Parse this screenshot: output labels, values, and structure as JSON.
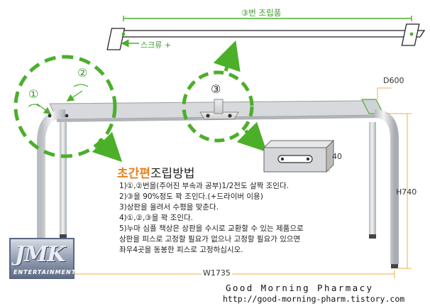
{
  "top_assembly": {
    "label": "③번 조립품",
    "screw_label": "스크류 +"
  },
  "callouts": {
    "one": "①",
    "two": "②",
    "three": "③"
  },
  "dimensions": {
    "depth": "D600",
    "height": "H740",
    "width": "W1735",
    "edge": "40"
  },
  "instructions": {
    "title_accent": "초간편",
    "title_rest": "조립방법",
    "steps": [
      "1)①,②번을(주어진 부속과 공부)1/2전도 살짝 조인다.",
      "2)③을 90%정도 꽉 조인다.(+드라이버 이용)",
      "3)상판을 올려서 수평을 맞춘다.",
      "4)①,②,③을 꽉 조인다.",
      "5)누마 심플 책상은 상판을 수시로 교환할 수 있는 제품으로",
      "상판을 피스로 고정할 필요가 없으나 고정할 필요가 있으면",
      "좌우4곳을 동봉한 피스로 고정하십시오."
    ]
  },
  "logo": {
    "main": "JMK",
    "sub": "ENTERTAINMENT"
  },
  "footer": {
    "title": "Good Morning Pharmacy",
    "url": "http://good-morning-pharm.tistory.com"
  },
  "colors": {
    "accent_green": "#4caf2a",
    "accent_orange": "#e6821e",
    "dimension_line": "#e8b04a"
  }
}
